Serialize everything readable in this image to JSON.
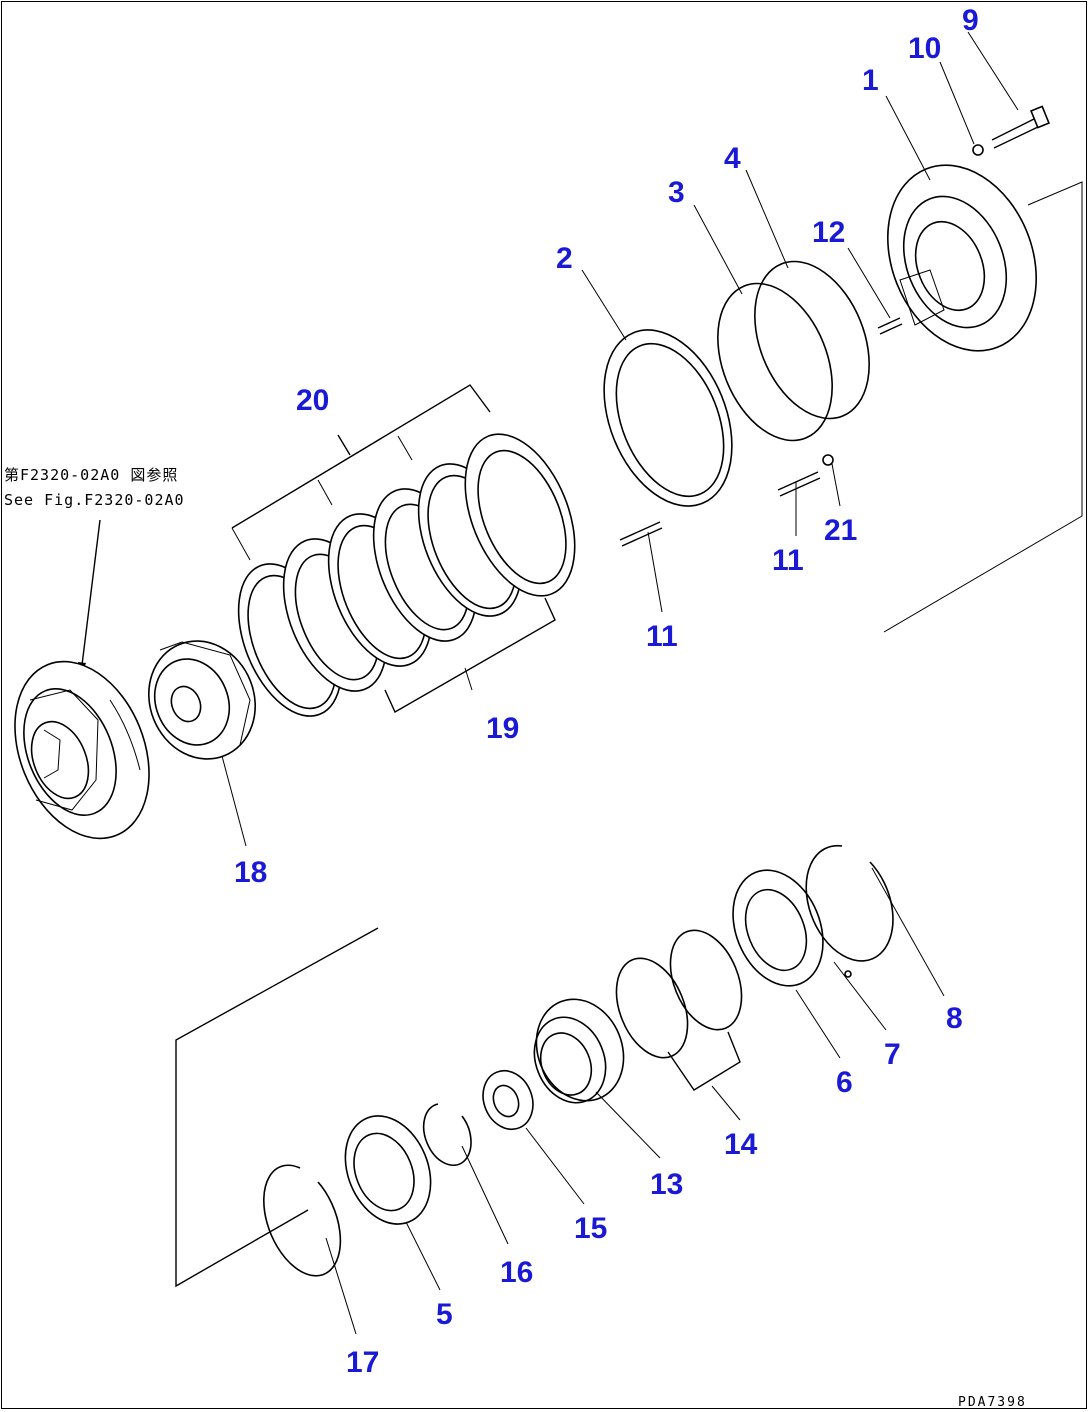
{
  "reference": {
    "line1": "第F2320-02A0 図参照",
    "line2": "See Fig.F2320-02A0"
  },
  "drawing_code": "PDA7398",
  "callouts": {
    "c1": "1",
    "c2": "2",
    "c3": "3",
    "c4": "4",
    "c5": "5",
    "c6": "6",
    "c7": "7",
    "c8": "8",
    "c9": "9",
    "c10": "10",
    "c11a": "11",
    "c11b": "11",
    "c12": "12",
    "c13": "13",
    "c14": "14",
    "c15": "15",
    "c16": "16",
    "c17": "17",
    "c18": "18",
    "c19": "19",
    "c20": "20",
    "c21": "21"
  },
  "colors": {
    "callout": "#1a1ad6",
    "line": "#000000",
    "background": "#ffffff"
  }
}
